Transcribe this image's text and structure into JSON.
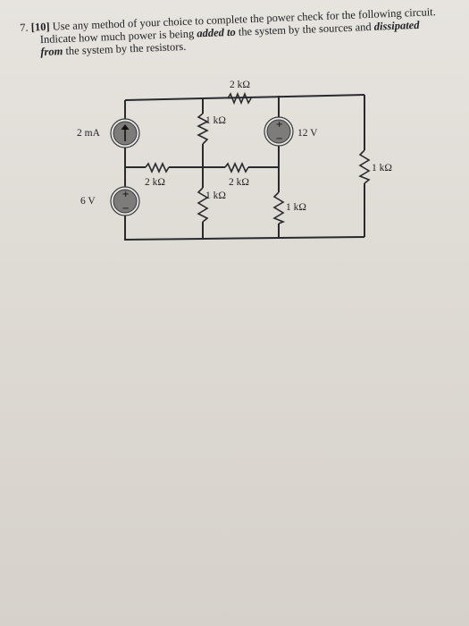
{
  "problem": {
    "number": "7.",
    "points": "[10]",
    "line1_rest": "Use any method of your choice to complete the power check for the following circuit.",
    "line2_a": "Indicate how much power is being ",
    "line2_em": "added to",
    "line2_b": " the system by the sources and ",
    "line2_em2": "dissipated",
    "line3_em": "from",
    "line3_b": " the system by the resistors."
  },
  "circuit": {
    "sources": {
      "current_source": "2 mA",
      "voltage_source_left": "6 V",
      "voltage_source_right": "12 V",
      "plus_sign": "+",
      "minus_sign": "−"
    },
    "resistors": {
      "top": "2 kΩ",
      "center_vertical": "1 kΩ",
      "left_horizontal": "2 kΩ",
      "middle_horizontal": "2 kΩ",
      "lower_center_vertical": "1 kΩ",
      "lower_right_vertical": "1 kΩ",
      "far_right_vertical": "1 kΩ"
    }
  }
}
